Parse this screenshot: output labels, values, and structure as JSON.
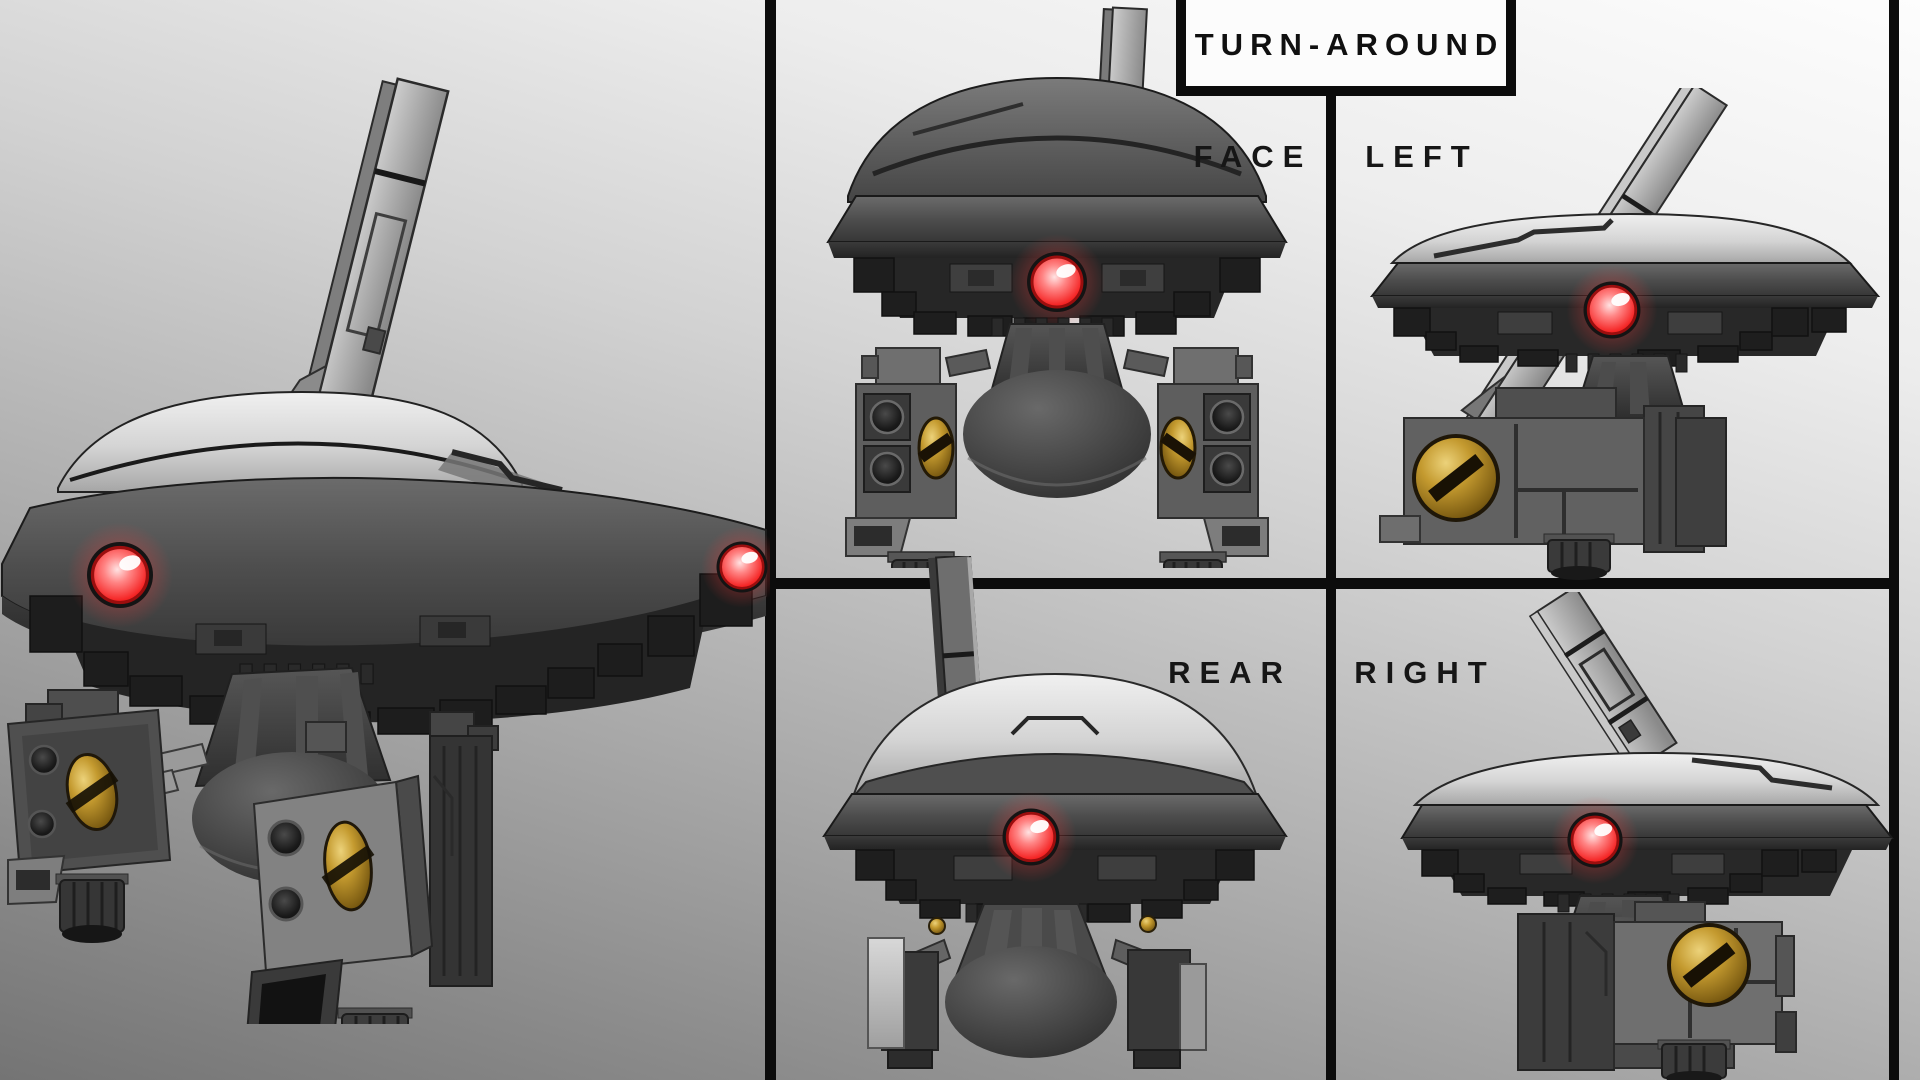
{
  "sheet": {
    "title": "TURN-AROUND",
    "views": {
      "main": {
        "label": ""
      },
      "face": {
        "label": "FACE"
      },
      "left": {
        "label": "LEFT"
      },
      "rear": {
        "label": "REAR"
      },
      "right": {
        "label": "RIGHT"
      }
    }
  },
  "colors": {
    "panel-border": "#0c0c0c",
    "title-text": "#101010",
    "title-box-bg": "#fcfcfc",
    "label-text": "#161616",
    "bg-top": "#fdfdfd",
    "bg-bottom": "#747474",
    "eye-red": "#f32323",
    "eye-glow": "#ff5a5a",
    "brass-gold": "#c49a2f",
    "dome-light": "#d6d6d6",
    "dome-dark": "#4a4a4a",
    "metal-dark": "#2a2a2a"
  }
}
